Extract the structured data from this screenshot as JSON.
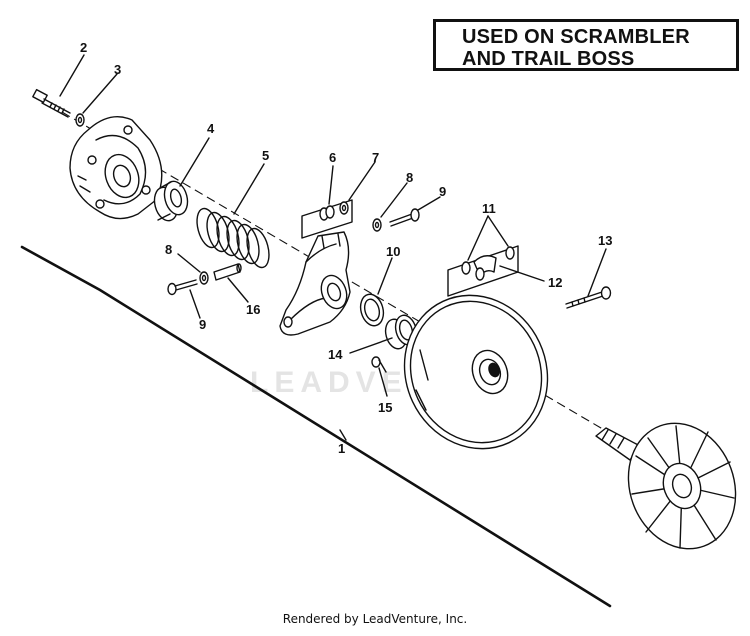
{
  "note": {
    "line1": "USED ON SCRAMBLER",
    "line2": "AND TRAIL BOSS"
  },
  "callouts": {
    "c1": "1",
    "c2": "2",
    "c3": "3",
    "c4": "4",
    "c5": "5",
    "c6": "6",
    "c7": "7",
    "c8a": "8",
    "c8b": "8",
    "c9a": "9",
    "c9b": "9",
    "c10": "10",
    "c11": "11",
    "c12": "12",
    "c13": "13",
    "c14": "14",
    "c15": "15",
    "c16": "16"
  },
  "watermark": "LEADVENTURE",
  "footer": "Rendered by LeadVenture, Inc."
}
